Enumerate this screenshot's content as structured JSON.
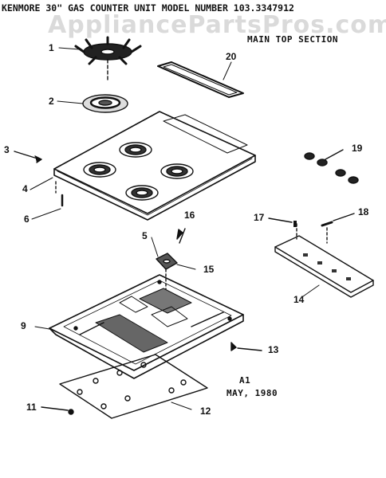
{
  "header": {
    "title": "KENMORE 30\" GAS COUNTER UNIT   MODEL NUMBER 103.3347912",
    "section": "MAIN TOP SECTION",
    "watermark": "AppliancePartsPros.com"
  },
  "callouts": [
    "1",
    "2",
    "3",
    "4",
    "5",
    "6",
    "9",
    "11",
    "12",
    "13",
    "14",
    "15",
    "16",
    "17",
    "18",
    "19",
    "20"
  ],
  "footer": {
    "code": "A1",
    "date": "MAY, 1980"
  }
}
